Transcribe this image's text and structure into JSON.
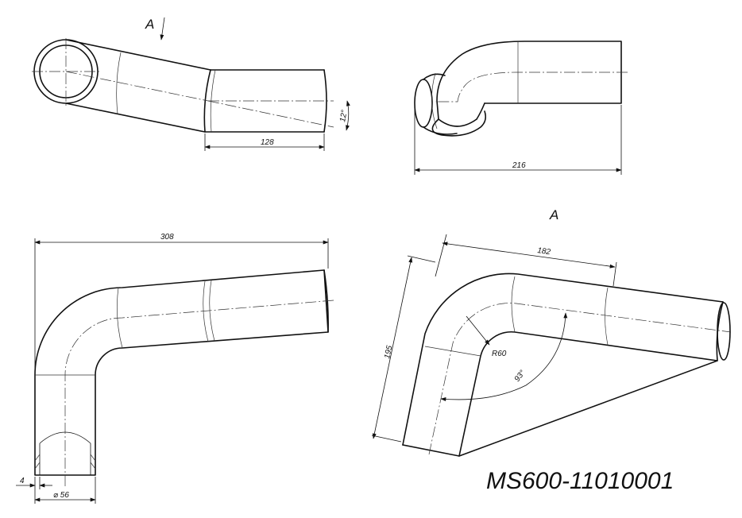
{
  "views": {
    "top": {
      "view_arrow_label": "A",
      "length_dim": "128",
      "angle_dim": "12°"
    },
    "side": {
      "length_dim": "216"
    },
    "front": {
      "length_dim": "308",
      "wall_dim": "4",
      "diameter_dim": "⌀ 56"
    },
    "view_a": {
      "title": "A",
      "length_dim": "182",
      "height_dim": "195",
      "radius_dim": "R60",
      "angle_dim": "93°"
    }
  },
  "part_number": "MS600-11010001"
}
